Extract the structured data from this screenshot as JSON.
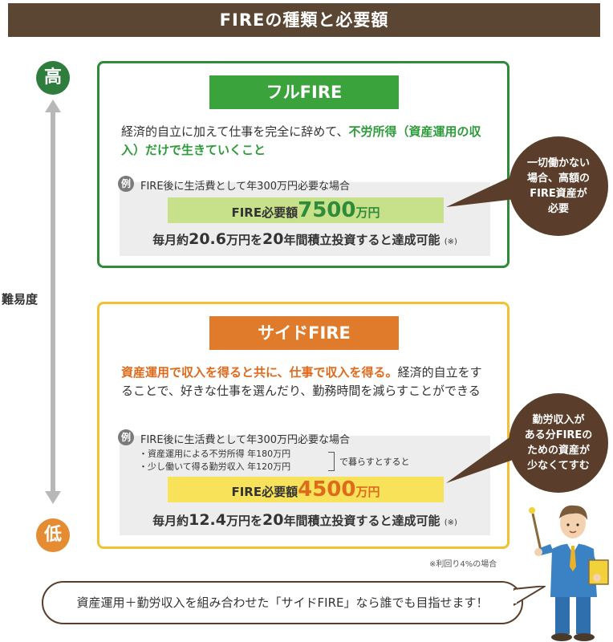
{
  "header": {
    "title": "FIREの種類と必要額"
  },
  "axis": {
    "high": "高",
    "low": "低",
    "label": "難易度"
  },
  "full": {
    "title": "フルFIRE",
    "desc_normal": "経済的自立に加えて仕事を完全に辞めて、",
    "desc_highlight": "不労所得（資産運用の収入）だけで生きていくこと",
    "example_badge": "例",
    "example_condition": "FIRE後に生活費として年300万円必要な場合",
    "required_label": "FIRE必要額",
    "required_amount": "7500",
    "required_unit": "万円",
    "achieve_prefix": "毎月約",
    "achieve_monthly": "20.6",
    "achieve_mid": "万円を",
    "achieve_years": "20",
    "achieve_suffix": "年間積立投資すると達成可能",
    "achieve_note": "(※)",
    "bubble": "一切働かない\n場合、高額の\nFIRE資産が\n必要"
  },
  "side": {
    "title": "サイドFIRE",
    "desc_highlight": "資産運用で収入を得ると共に、仕事で収入を得る。",
    "desc_normal": "経済的自立をすることで、好きな仕事を選んだり、勤務時間を減らすことができる",
    "example_badge": "例",
    "example_condition": "FIRE後に生活費として年300万円必要な場合",
    "list": [
      "・資産運用による不労所得 年180万円",
      "・少し働いて得る勤労収入 年120万円"
    ],
    "list_suffix": "で暮らすとすると",
    "required_label": "FIRE必要額",
    "required_amount": "4500",
    "required_unit": "万円",
    "achieve_prefix": "毎月約",
    "achieve_monthly": "12.4",
    "achieve_mid": "万円を",
    "achieve_years": "20",
    "achieve_suffix": "年間積立投資すると達成可能",
    "achieve_note": "(※)",
    "bubble": "勤労収入が\nある分FIREの\nための資産が\n少なくてすむ"
  },
  "footnote": "※利回り4%の場合",
  "bottom_message": "資産運用＋勤労収入を組み合わせた「サイドFIRE」なら誰でも目指せます！",
  "colors": {
    "header": "#5a4632",
    "green": "#2e8b3a",
    "orange": "#e07b2c",
    "yellow": "#f2c033",
    "bubble": "#5a3e2b"
  }
}
